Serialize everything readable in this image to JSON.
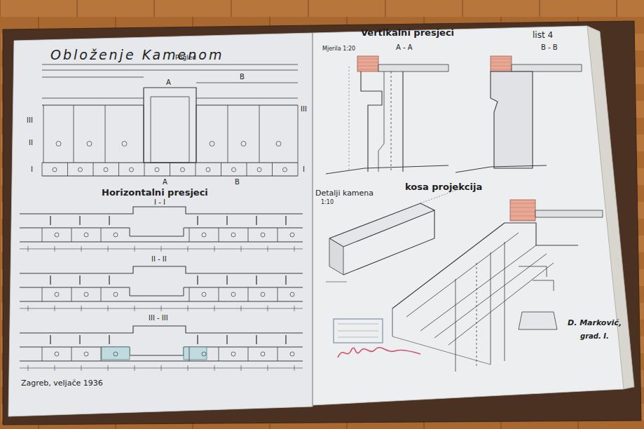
{
  "diagram": {
    "title": "Obloženje Kamenom",
    "labels": [
      "Pogled",
      "A",
      "B",
      "A",
      "B",
      "III",
      "II",
      "I",
      "III",
      "I",
      "Horizontalni presjeci",
      "I - I",
      "II - II",
      "III - III",
      "Zagreb, veljače 1936",
      "Vertikalni presjeci",
      "list 4",
      "Mjerila 1:20",
      "A - A",
      "B - B",
      "Detalji kamena",
      "1:10",
      "kosa projekcija",
      "D. Marković,",
      "grad. I."
    ]
  }
}
